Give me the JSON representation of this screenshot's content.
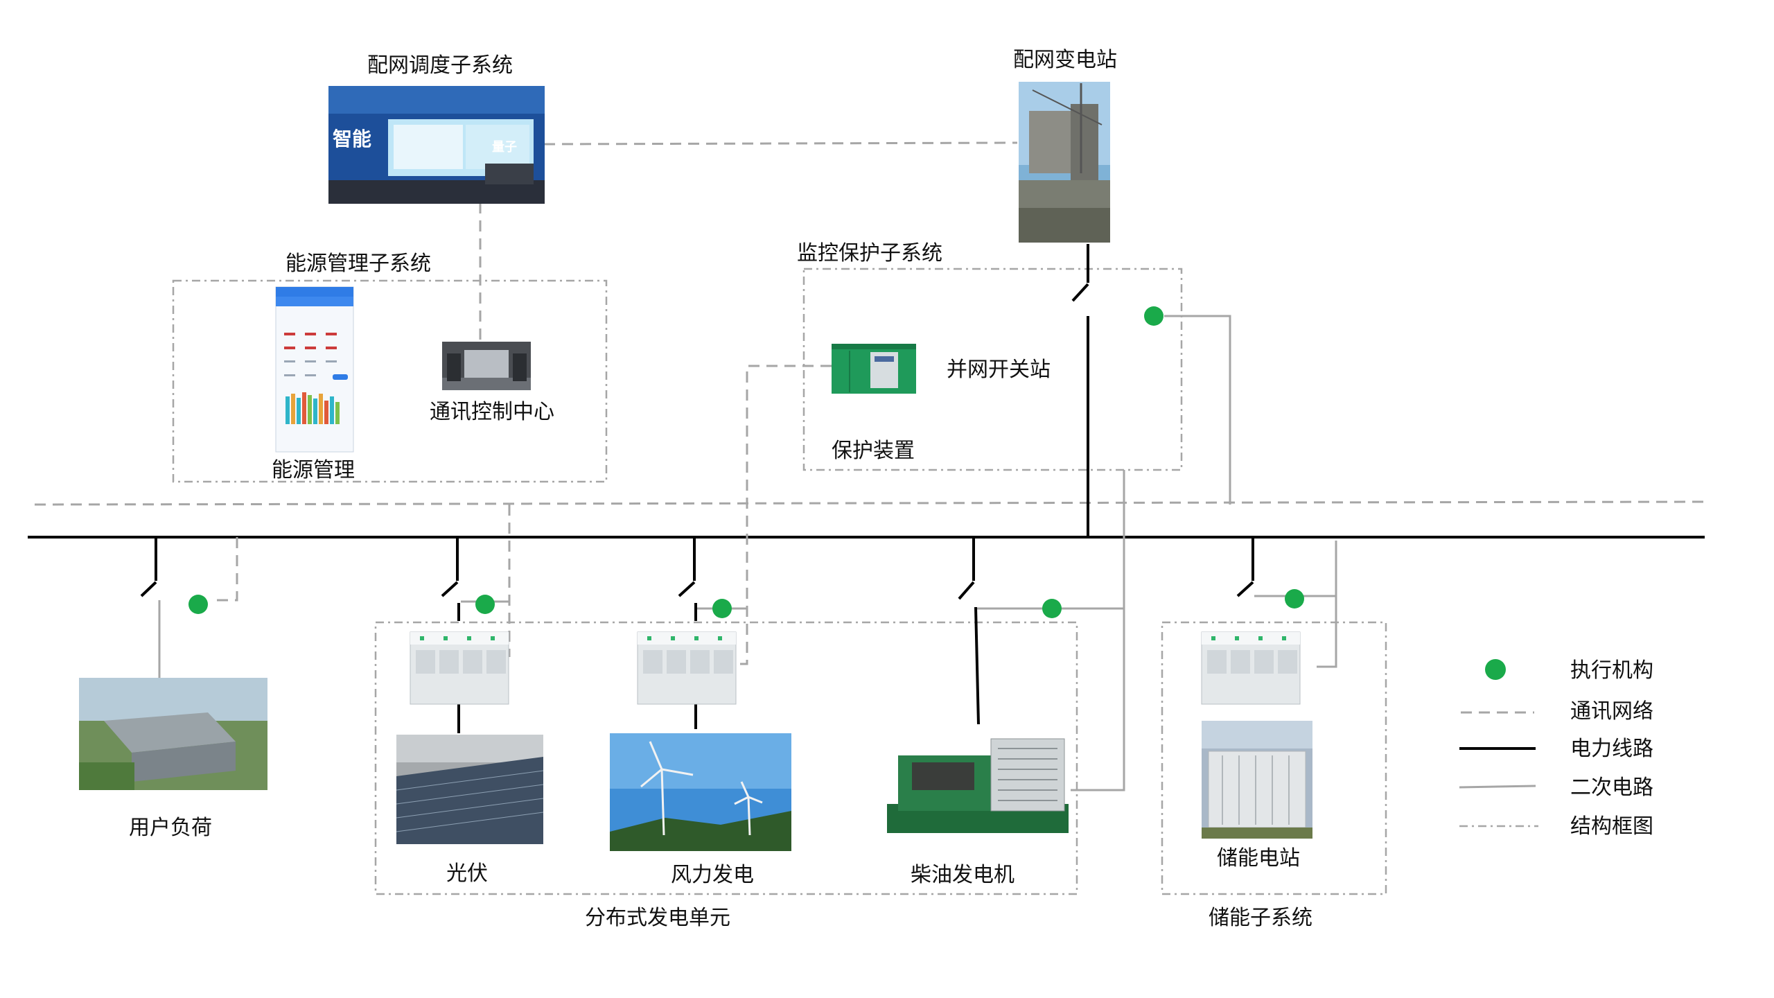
{
  "colors": {
    "actuator": "#1aaa4a",
    "comm_line": "#a6a6a6",
    "power_line": "#000000",
    "secondary_line": "#a6a6a6"
  },
  "labels": {
    "dispatch": "配网调度子系统",
    "substation": "配网变电站",
    "energy_mgmt_subsystem": "能源管理子系统",
    "energy_mgmt": "能源管理",
    "comm_center": "通讯控制中心",
    "monitor_subsystem": "监控保护子系统",
    "grid_switch": "并网开关站",
    "protection": "保护装置",
    "user_load": "用户负荷",
    "pv": "光伏",
    "wind": "风力发电",
    "diesel": "柴油发电机",
    "storage_station": "储能电站",
    "distributed_unit": "分布式发电单元",
    "storage_subsystem": "储能子系统"
  },
  "legend": [
    {
      "icon": "actuator-dot",
      "label": "执行机构"
    },
    {
      "icon": "comm-dash",
      "label": "通讯网络"
    },
    {
      "icon": "power-line",
      "label": "电力线路"
    },
    {
      "icon": "secondary-line",
      "label": "二次电路"
    },
    {
      "icon": "frame-dashdot",
      "label": "结构框图"
    }
  ],
  "dispatch_screen": {
    "left_text": "智能",
    "right_text": "量子"
  }
}
